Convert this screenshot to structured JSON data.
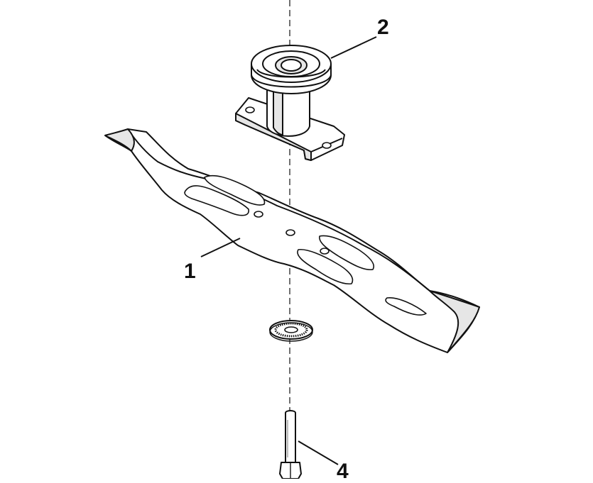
{
  "callouts": {
    "blade": "1",
    "blade_hub": "2",
    "bolt": "4"
  },
  "colors": {
    "line": "#111111",
    "fill": "#ffffff",
    "shade": "#e6e6e6"
  }
}
